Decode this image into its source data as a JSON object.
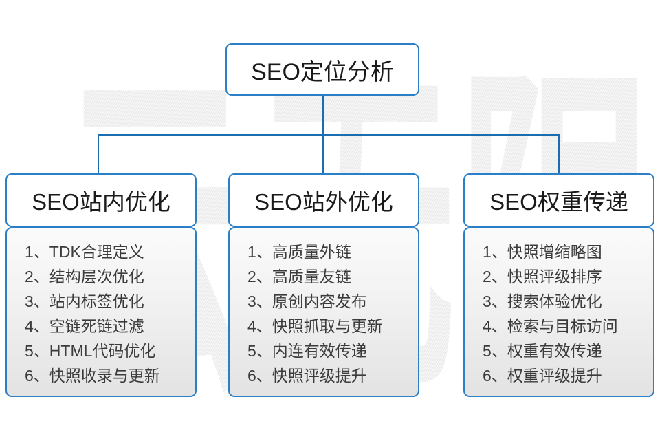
{
  "watermark": {
    "text": "云无限"
  },
  "root": {
    "title": "SEO定位分析"
  },
  "colors": {
    "border": "#2b7fc7",
    "connector": "#1b6cb0"
  },
  "columns": [
    {
      "title": "SEO站内优化",
      "items": [
        "1、TDK合理定义",
        "2、结构层次优化",
        "3、站内标签优化",
        "4、空链死链过滤",
        "5、HTML代码优化",
        "6、快照收录与更新"
      ]
    },
    {
      "title": "SEO站外优化",
      "items": [
        "1、高质量外链",
        "2、高质量友链",
        "3、原创内容发布",
        "4、快照抓取与更新",
        "5、内连有效传递",
        "6、快照评级提升"
      ]
    },
    {
      "title": "SEO权重传递",
      "items": [
        "1、快照增缩略图",
        "2、快照评级排序",
        "3、搜索体验优化",
        "4、检索与目标访问",
        "5、权重有效传递",
        "6、权重评级提升"
      ]
    }
  ]
}
